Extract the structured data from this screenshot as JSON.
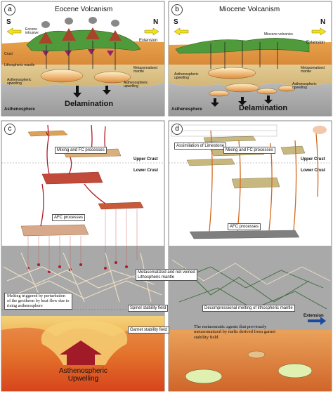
{
  "panels": {
    "a": {
      "letter": "a",
      "title": "Eocene Volcanism",
      "dir_left": "S",
      "dir_right": "N",
      "labels": {
        "intrusive": "Eocene\nintrusive",
        "extension": "Extension",
        "crust": "Crust",
        "litho": "Lithospheric mantle",
        "metasom": "Metasomatised\nmantle",
        "asth_up1": "Asthenospheric\nupwelling",
        "asth_up2": "Asthenospheric\nupwelling",
        "asth": "Asthenosphere",
        "delam": "Delamination"
      }
    },
    "b": {
      "letter": "b",
      "title": "Miocene Volcanism",
      "dir_left": "S",
      "dir_right": "N",
      "labels": {
        "volcanics": "Miocene volcanics",
        "extension": "Extension",
        "metasom": "Metasomatised\nmantle",
        "asth_up1": "Asthenospheric\nupwelling",
        "asth_up2": "Asthenospheric\nupwelling",
        "asth": "Asthenosphere",
        "delam": "Delamination"
      }
    },
    "c": {
      "letter": "c",
      "labels": {
        "mixing": "Mixing and FC processes",
        "afc": "AFC processes",
        "upper_crust": "Upper Crust",
        "lower_crust": "Lower Crust",
        "metasom_net": "Metasomatized and net veined\nLithospheric mantle",
        "melting": "Melting triggered by perturbation\nof the geotherm by heat flow due to\nrising asthenosphere",
        "spinel": "Spinel stability field",
        "garnet": "Garnet stability field",
        "upwelling": "Asthenospheric\nUpwelling"
      }
    },
    "d": {
      "letter": "d",
      "labels": {
        "limestone": "Assimilation of Limestone",
        "mixing": "Mixing and FC processes",
        "afc": "AFC processes",
        "upper_crust": "Upper Crust",
        "lower_crust": "Lower Crust",
        "decomp": "Decompressional melting of lithospheric mantle",
        "extension": "Extension",
        "agents": "The metasomatic agents that previously\nmetasomatized by melts derived from garnet\nstability field"
      }
    }
  },
  "colors": {
    "crust_green": "#4f9a3a",
    "crust_orange": "#d98a3a",
    "mantle_tan": "#d9c08a",
    "magma_red": "#b01a2a",
    "asth_gray": "#bdbdbd",
    "yellow_arrow": "#f2e21a",
    "upwelling_orange": "#e07a1e"
  }
}
